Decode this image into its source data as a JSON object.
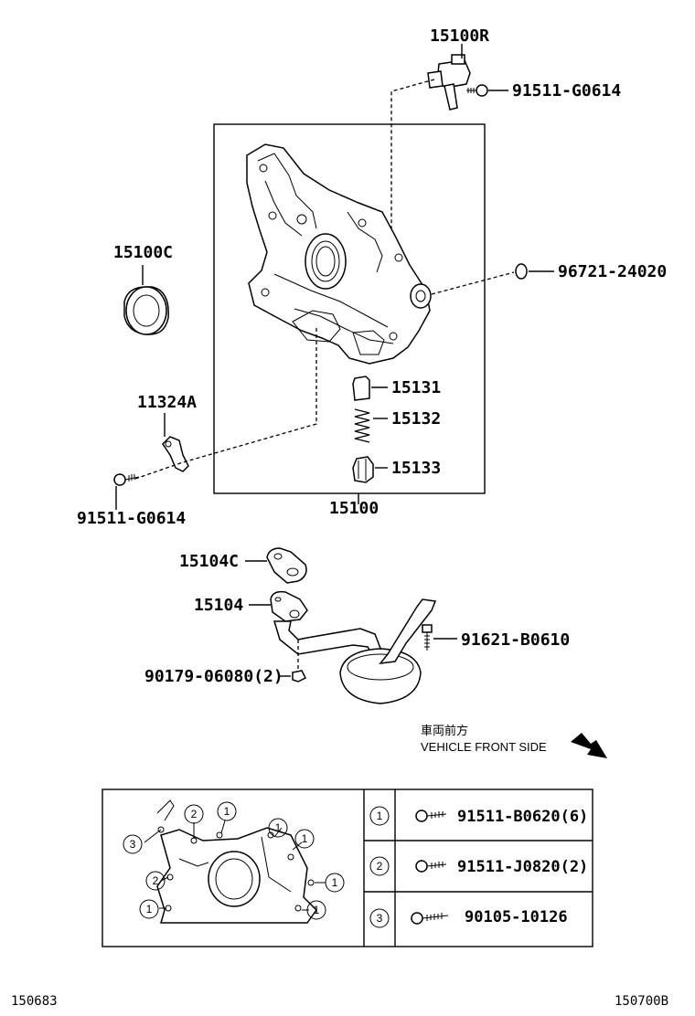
{
  "parts": {
    "p15100R": "15100R",
    "p91511_G0614_top": "91511-G0614",
    "p96721": "96721-24020",
    "p15100C": "15100C",
    "p11324A": "11324A",
    "p91511_G0614_bottom": "91511-G0614",
    "p15131": "15131",
    "p15132": "15132",
    "p15133": "15133",
    "p15100": "15100",
    "p15104C": "15104C",
    "p15104": "15104",
    "p91621": "91621-B0610",
    "p90179": "90179-06080(2)"
  },
  "direction": {
    "japanese": "車両前方",
    "english": "VEHICLE FRONT SIDE"
  },
  "bolt_table": {
    "rows": [
      {
        "marker": "1",
        "part": "91511-B0620(6)"
      },
      {
        "marker": "2",
        "part": "91511-J0820(2)"
      },
      {
        "marker": "3",
        "part": "90105-10126"
      }
    ]
  },
  "figure_codes": {
    "left": "150683",
    "right": "150700B"
  },
  "callout_markers": [
    "3",
    "2",
    "1",
    "1",
    "1",
    "2",
    "1",
    "1",
    "1"
  ]
}
